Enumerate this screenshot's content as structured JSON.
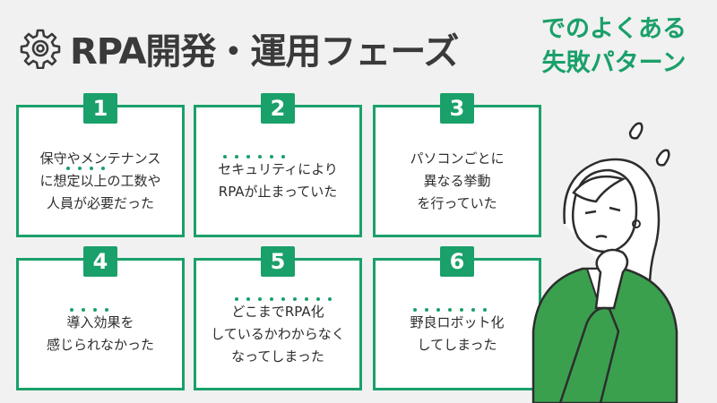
{
  "title": {
    "main": "RPA開発・運用フェーズ",
    "sub_line1": "でのよくある",
    "sub_line2": "失敗パターン"
  },
  "colors": {
    "accent": "#1aa06a",
    "text": "#3a3a3a",
    "background": "#f1f1f1"
  },
  "icons": {
    "title": "gear-icon",
    "illustration": "worried-person-illustration"
  },
  "cards": [
    {
      "number": "1",
      "lines": [
        "保守やメンテナンス",
        "に想定以上の工数や",
        "人員が必要だった"
      ]
    },
    {
      "number": "2",
      "lines": [
        "セキュリティにより",
        "RPAが止まっていた"
      ]
    },
    {
      "number": "3",
      "lines": [
        "パソコンごとに",
        "異なる挙動",
        "を行っていた"
      ]
    },
    {
      "number": "4",
      "lines": [
        "導入効果を",
        "感じられなかった"
      ]
    },
    {
      "number": "5",
      "lines": [
        "どこまでRPA化",
        "しているかわからなく",
        "なってしまった"
      ]
    },
    {
      "number": "6",
      "lines": [
        "野良ロボット化",
        "してしまった"
      ]
    }
  ]
}
